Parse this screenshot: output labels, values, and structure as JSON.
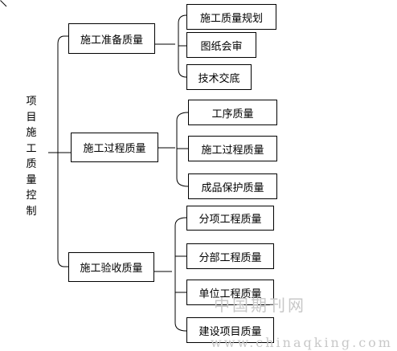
{
  "root": {
    "label": "项目施工质量控制"
  },
  "branches": [
    {
      "label": "施工准备质量",
      "children": [
        "施工质量规划",
        "图纸会审",
        "技术交底"
      ]
    },
    {
      "label": "施工过程质量",
      "children": [
        "工序质量",
        "施工过程质量",
        "成品保护质量"
      ]
    },
    {
      "label": "施工验收质量",
      "children": [
        "分项工程质量",
        "分部工程质量",
        "单位工程质量",
        "建设项目质量"
      ]
    }
  ],
  "watermark": {
    "line1": "中国期刊网",
    "line2": "www.chinaqking.com"
  },
  "colors": {
    "line": "#000000",
    "box_border": "#000000",
    "watermark": "#c8c8c8"
  }
}
